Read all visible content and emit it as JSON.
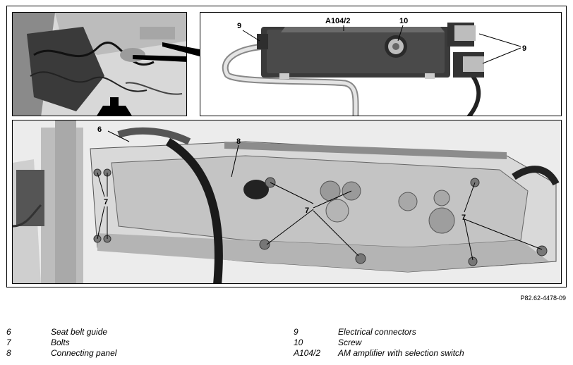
{
  "figure_id": "P82.62-4478-09",
  "callouts": {
    "seat_belt_guide": "6",
    "bolts": "7",
    "connecting_panel": "8",
    "electrical_connectors": "9",
    "screw": "10",
    "am_amplifier": "A104/2"
  },
  "legend_left": [
    {
      "num": "6",
      "label": "Seat belt guide"
    },
    {
      "num": "7",
      "label": "Bolts"
    },
    {
      "num": "8",
      "label": "Connecting panel"
    }
  ],
  "legend_right": [
    {
      "num": "9",
      "label": "Electrical connectors"
    },
    {
      "num": "10",
      "label": "Screw"
    },
    {
      "num": "A104/2",
      "label": "AM amplifier with selection switch"
    }
  ]
}
